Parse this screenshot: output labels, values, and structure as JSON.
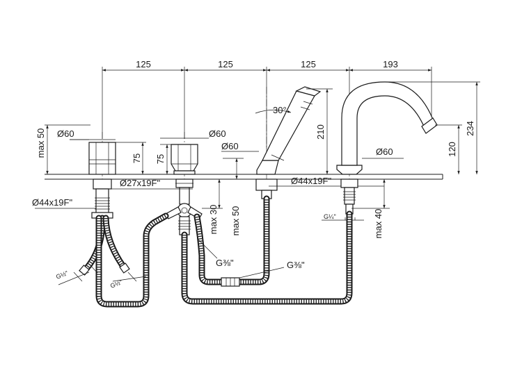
{
  "dimensions": {
    "spacing_1": "125",
    "spacing_2": "125",
    "spacing_3": "125",
    "spout_reach": "193",
    "handle_dia_left": "Ø60",
    "handle_dia_mid": "Ø60",
    "shower_dia": "Ø60",
    "spout_dia": "Ø60",
    "handle_height_left": "75",
    "handle_height_mid": "75",
    "shower_height": "210",
    "spout_height": "234",
    "spout_outlet_height": "120",
    "shower_angle": "30°",
    "max_deck_left": "max 50",
    "thread_27": "Ø27x19F\"",
    "thread_44_right": "Ø44x19F\"",
    "thread_44_left": "Ø44x19F\"",
    "max_30": "max 30",
    "max_50": "max 50",
    "max_40": "max 40",
    "g_quarter": "G¼\"",
    "g_3_8_hose": "G⅜\"",
    "g_3_8_shower": "G⅜\"",
    "g_half_1": "G½\"",
    "g_half_2": "G½\""
  },
  "colors": {
    "line": "#1a1a1a",
    "background": "#ffffff"
  }
}
